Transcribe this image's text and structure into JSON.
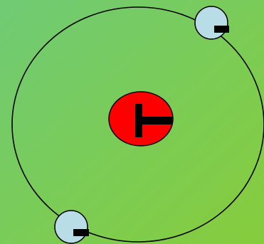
{
  "background": {
    "gradient_start": "#6fcb74",
    "gradient_end": "#86cc3c"
  },
  "orbit": {
    "stroke_color": "#000000"
  },
  "nucleus": {
    "fill_color": "#ff0000",
    "stroke_color": "#000000",
    "charge_symbol": "plus"
  },
  "electrons": [
    {
      "fill_color": "#b8dde6",
      "stroke_color": "#000000",
      "charge_symbol": "minus"
    },
    {
      "fill_color": "#b8dde6",
      "stroke_color": "#000000",
      "charge_symbol": "minus"
    }
  ]
}
